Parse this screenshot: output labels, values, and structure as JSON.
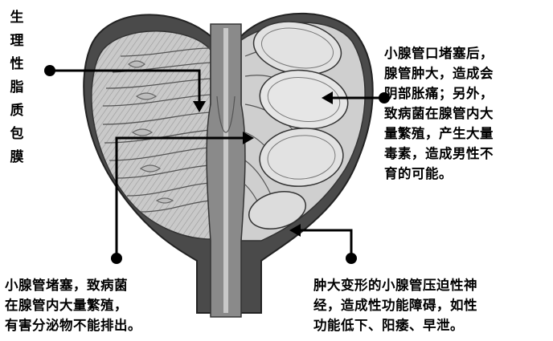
{
  "labels": {
    "left_vertical": "生\n理\n性\n脂\n质\n包\n膜",
    "right": "小腺管口堵塞后，\n腺管肿大，造成会\n阴部胀痛；另外，\n致病菌在腺管内大\n量繁殖，产生大量\n毒素，造成男性不\n育的可能。",
    "bottom_left": "小腺管堵塞，致病菌\n在腺管内大量繁殖，\n有害分泌物不能排出。",
    "bottom_right": "肿大变形的小腺管压迫性神\n经，造成性功能障碍，如性\n功能低下、阳痿、早泄。"
  },
  "colors": {
    "capsule": "#4a4a4a",
    "tissue": "#cfcfcf",
    "lobule_fill": "#e2e2e2",
    "urethra": "#7a7a7a",
    "line": "#000000"
  }
}
